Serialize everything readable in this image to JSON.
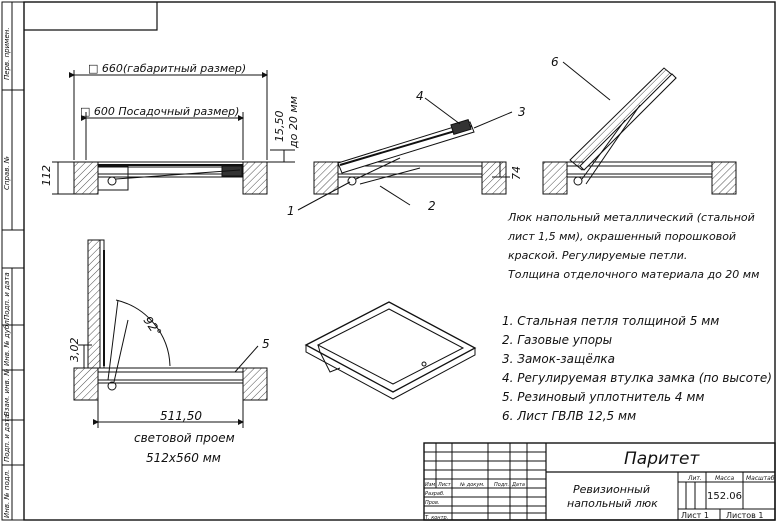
{
  "margin": {
    "labels": [
      "Перв. примен.",
      "Справ. №",
      "Подп. и дата",
      "Инв. № дубл.",
      "Взам. инв. №",
      "Подп. и дата",
      "Инв. № подл."
    ]
  },
  "dims": {
    "overall": "□ 660(габаритный размер)",
    "seat": "□ 600 Посадочный размер)",
    "height": "112",
    "finish1": "15,50",
    "finish2": "до 20 мм",
    "h74": "74",
    "h302": "3,02",
    "angle": "92°",
    "opening": "511,50",
    "opening_label": "световой проем",
    "opening_size": "512x560 мм"
  },
  "callouts": [
    "1",
    "2",
    "3",
    "4",
    "5",
    "6"
  ],
  "description": [
    "Люк напольный металлический (стальной",
    "лист 1,5 мм), окрашенный порошковой",
    "краской. Регулируемые петли.",
    "Толщина отделочного материала до 20 мм"
  ],
  "legend": [
    "1.  Стальная петля толщиной 5 мм",
    "2.  Газовые упоры",
    "3.  Замок-защёлка",
    "4.  Регулируемая втулка замка (по высоте)",
    "5.  Резиновый уплотнитель 4 мм",
    "6.  Лист ГВЛВ 12,5 мм"
  ],
  "titleblock": {
    "company": "Паритет",
    "name_line1": "Ревизионный",
    "name_line2": "напольный люк",
    "lit": "Лит.",
    "mass_hdr": "Масса",
    "scale_hdr": "Масштаб",
    "mass": "152.06",
    "sheet": "Лист 1",
    "sheets": "Листов 1",
    "cols": [
      "Изм.",
      "Лист",
      "№ докум.",
      "Подп.",
      "Дата"
    ],
    "rows": [
      "Разраб.",
      "Пров.",
      "Т. контр."
    ]
  }
}
